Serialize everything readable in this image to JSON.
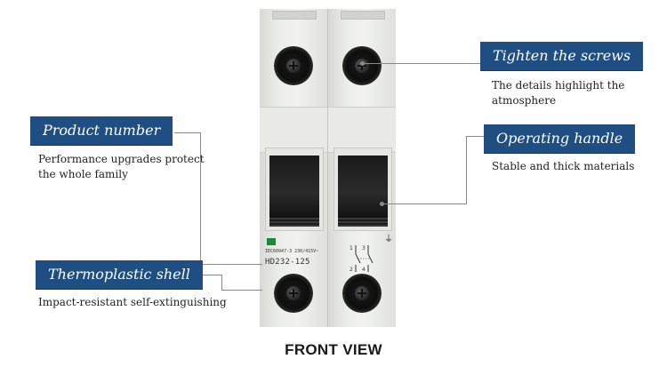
{
  "callouts": {
    "screws": {
      "label": "Tighten the screws",
      "desc_line1": "The details highlight the",
      "desc_line2": "atmosphere"
    },
    "handle": {
      "label": "Operating handle",
      "desc": "Stable and thick materials"
    },
    "product_number": {
      "label": "Product number",
      "desc_line1": "Performance upgrades protect",
      "desc_line2": "the whole family"
    },
    "shell": {
      "label": "Thermoplastic shell",
      "desc": "Impact-resistant self-extinguishing"
    }
  },
  "breaker": {
    "standard_marking": "IEC60947-3 230/415V~",
    "model": "HD232-125",
    "terminal_labels": [
      "1",
      "3",
      "2",
      "4"
    ]
  },
  "footer": {
    "title": "FRONT VIEW"
  },
  "colors": {
    "label_bg": "#1f4f82",
    "label_text": "#ffffff",
    "leader_line": "#8a8a8a"
  }
}
